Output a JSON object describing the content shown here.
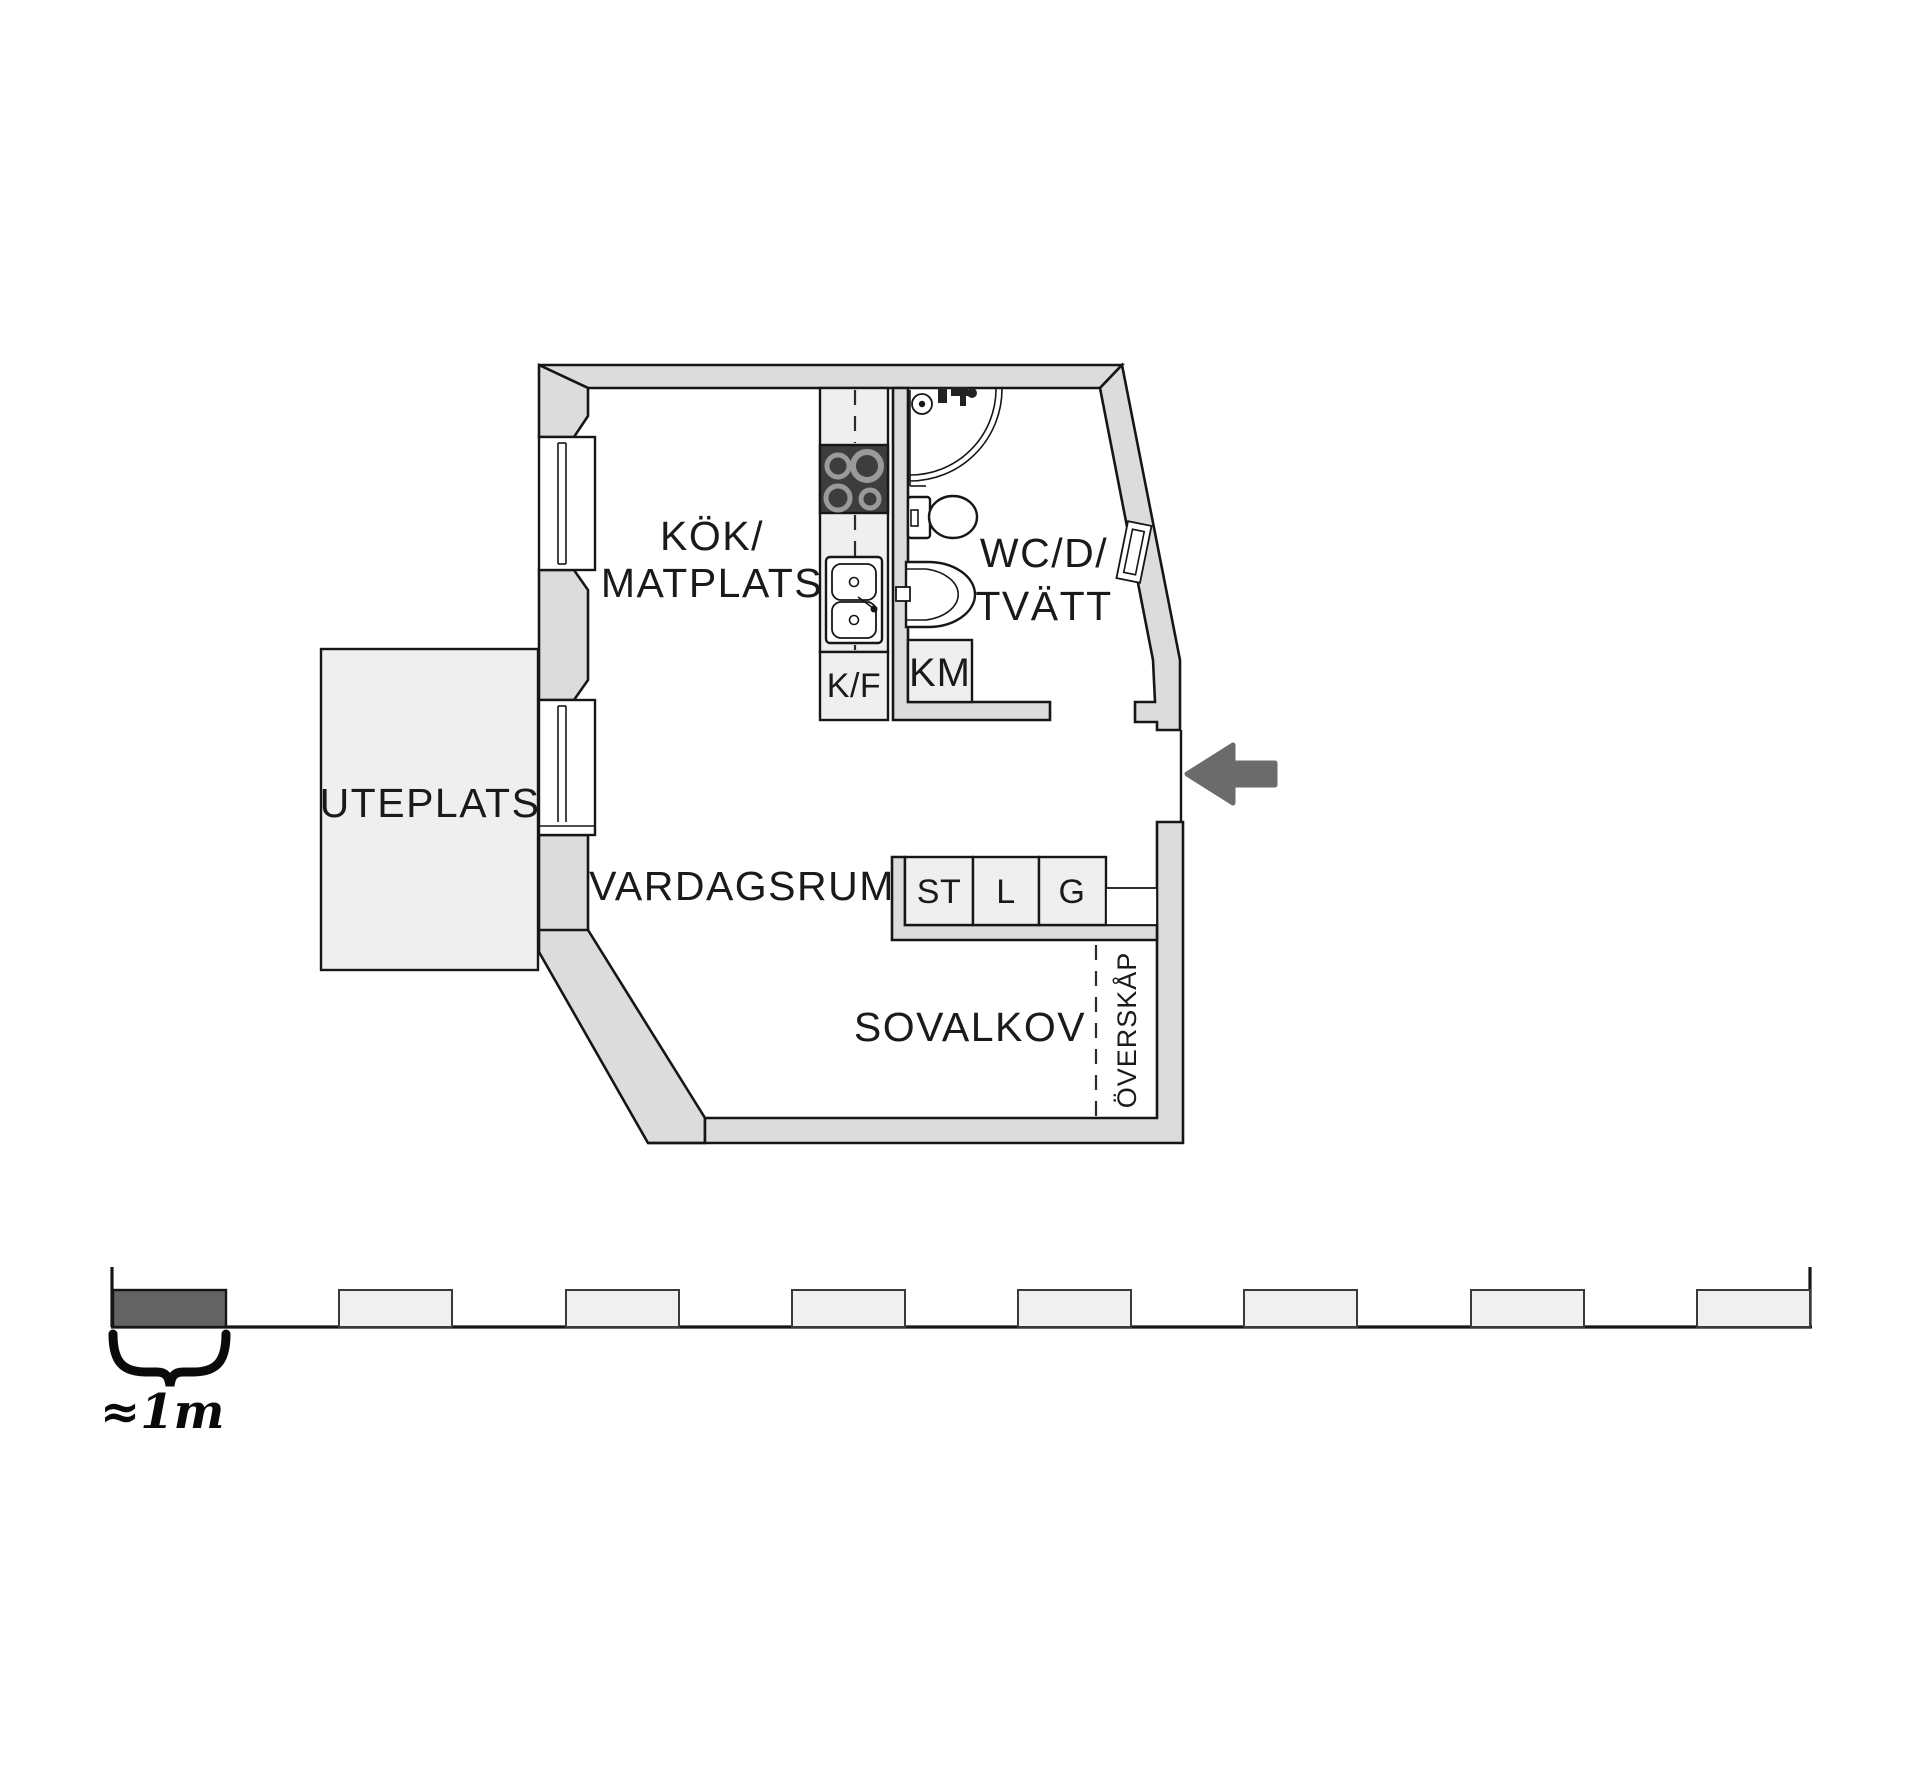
{
  "rooms": {
    "kitchen_line1": "KÖK/",
    "kitchen_line2": "MATPLATS",
    "bathroom_line1": "WC/D/",
    "bathroom_line2": "TVÄTT",
    "living_room": "VARDAGSRUM",
    "sleeping_alcove": "SOVALKOV",
    "patio": "UTEPLATS"
  },
  "fixtures": {
    "fridge_freezer": "K/F",
    "washing_machine": "KM",
    "closet_1": "ST",
    "closet_2": "L",
    "closet_3": "G",
    "overhead_cabinets": "ÖVERSKÅP"
  },
  "scale_bar": {
    "label": "≈1m",
    "segment_count": 15,
    "approx_total_meters": 15
  },
  "colors": {
    "wall": "#dcdcdc",
    "outline": "#161616",
    "room_fill": "#ffffff",
    "furniture_fill": "#efefef",
    "stove": "#3d3d3d",
    "burner": "#9a9a9a",
    "arrow": "#6b6b6b",
    "scale_dark": "#636363",
    "scale_light": "#f0f0f0",
    "text": "#1a1a1a"
  }
}
